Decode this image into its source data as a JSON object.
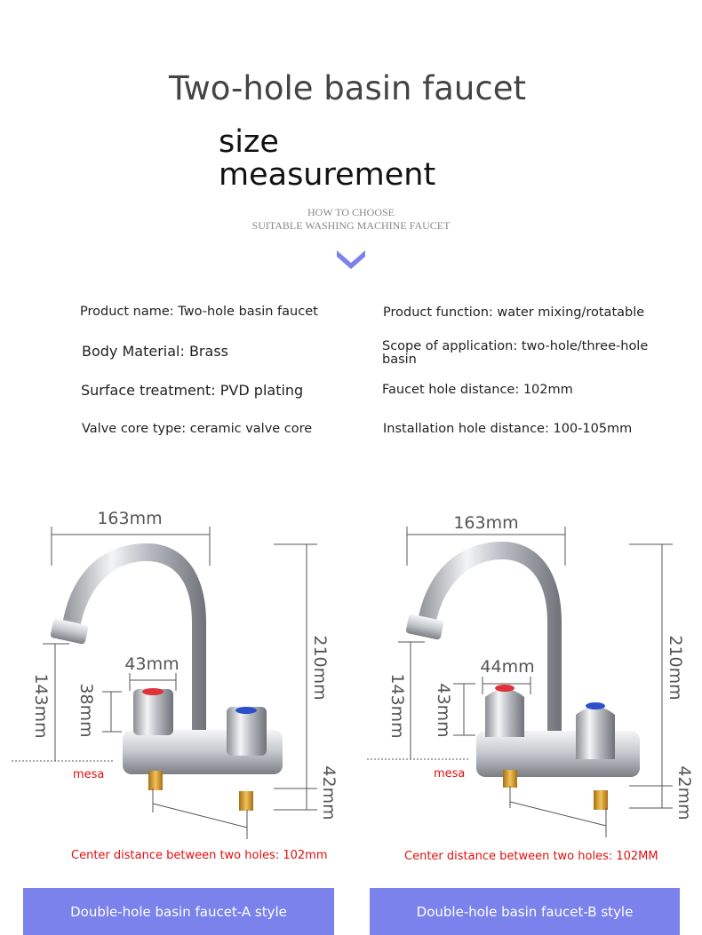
{
  "header": {
    "title_line1": "Two-hole basin faucet",
    "title_line2": "size",
    "title_line3": "measurement",
    "subtitle1": "HOW TO CHOOSE",
    "subtitle2": "SUITABLE WASHING MACHINE FAUCET"
  },
  "specs": {
    "product_name": "Product name: Two-hole basin faucet",
    "body_material": "Body Material: Brass",
    "surface": "Surface treatment: PVD plating",
    "valve": "Valve core type: ceramic valve core",
    "function": "Product function: water mixing/rotatable",
    "scope1": "Scope of application: two-hole/three-hole",
    "scope2": "basin",
    "faucet_hole": "Faucet hole distance: 102mm",
    "install_hole": "Installation hole distance: 100-105mm"
  },
  "styles": [
    {
      "width": "163mm",
      "handle_width": "43mm",
      "handle_height": "38mm",
      "spout_height": "143mm",
      "total_height": "210mm",
      "thread": "42mm",
      "mesa": "mesa",
      "center": "Center distance between two holes: 102mm",
      "label": "Double-hole basin faucet-A style"
    },
    {
      "width": "163mm",
      "handle_width": "44mm",
      "handle_height": "43mm",
      "spout_height": "143mm",
      "total_height": "210mm",
      "thread": "42mm",
      "mesa": "mesa",
      "center": "Center distance between two holes: 102MM",
      "label": "Double-hole basin faucet-B style"
    }
  ],
  "colors": {
    "accent": "#7b82ec",
    "red": "#e01010"
  }
}
